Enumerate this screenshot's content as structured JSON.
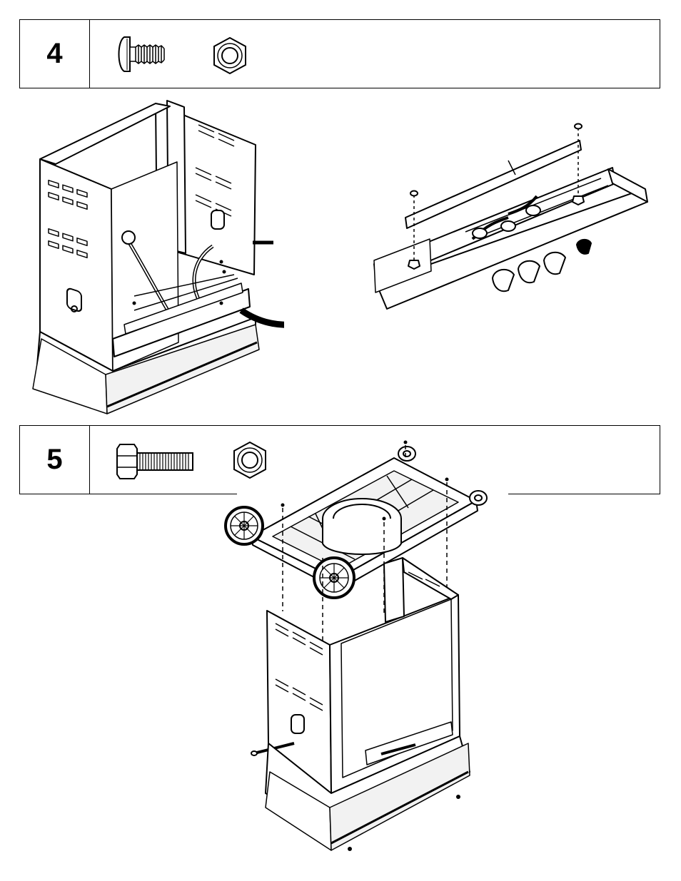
{
  "steps": [
    {
      "number": "4",
      "hardware": [
        {
          "icon": "screw-icon"
        },
        {
          "icon": "hex-nut-icon"
        }
      ],
      "illustrations": [
        "control-panel-removal-illustration",
        "removed-control-panel-illustration"
      ]
    },
    {
      "number": "5",
      "hardware": [
        {
          "icon": "hex-bolt-icon"
        },
        {
          "icon": "hex-nut-icon"
        }
      ],
      "illustrations": [
        "cart-base-wheels-assembly-illustration"
      ]
    }
  ],
  "colors": {
    "line": "#000000",
    "background": "#ffffff",
    "fill": "#f2f2f2"
  }
}
